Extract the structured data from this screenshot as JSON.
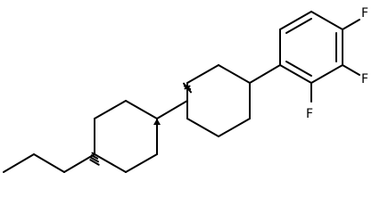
{
  "molecule": {
    "atom_labels": {
      "fluorine_1": "F",
      "fluorine_2": "F",
      "fluorine_3": "F"
    },
    "colors": {
      "bond": "#000000",
      "label": "#000000",
      "background": "#ffffff"
    }
  }
}
